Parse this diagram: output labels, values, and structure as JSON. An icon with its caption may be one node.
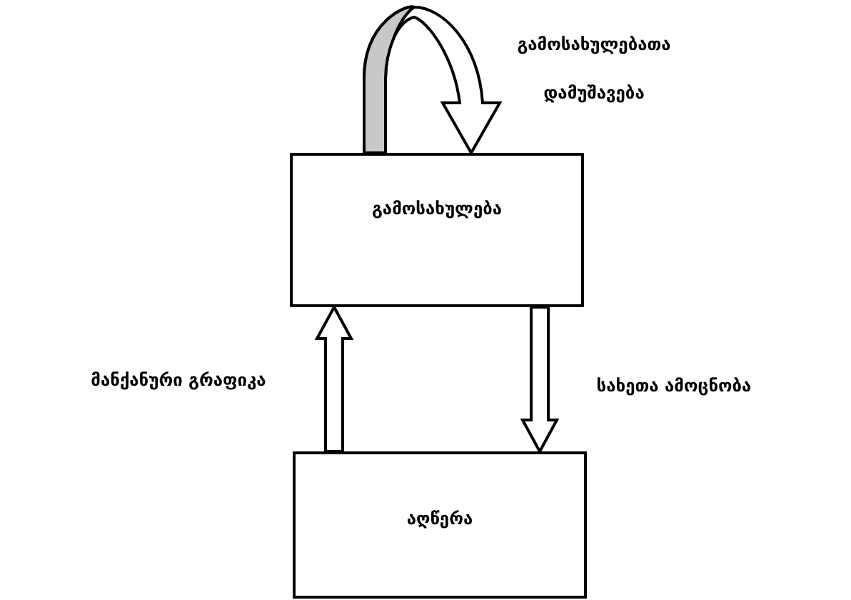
{
  "diagram": {
    "nodes": [
      {
        "text": [
          "გამოსახულება"
        ]
      },
      {
        "text": [
          "აღწერა"
        ]
      }
    ],
    "edges": [
      {
        "from": 0,
        "to": 0,
        "arrow": "to",
        "label": "გამოსახულებათა დამუშავება"
      },
      {
        "from": 1,
        "to": 0,
        "arrow": "to",
        "label": "მანქანური გრაფიკა"
      },
      {
        "from": 0,
        "to": 1,
        "arrow": "to",
        "label": "სახეთა ამოცნობა"
      }
    ]
  }
}
